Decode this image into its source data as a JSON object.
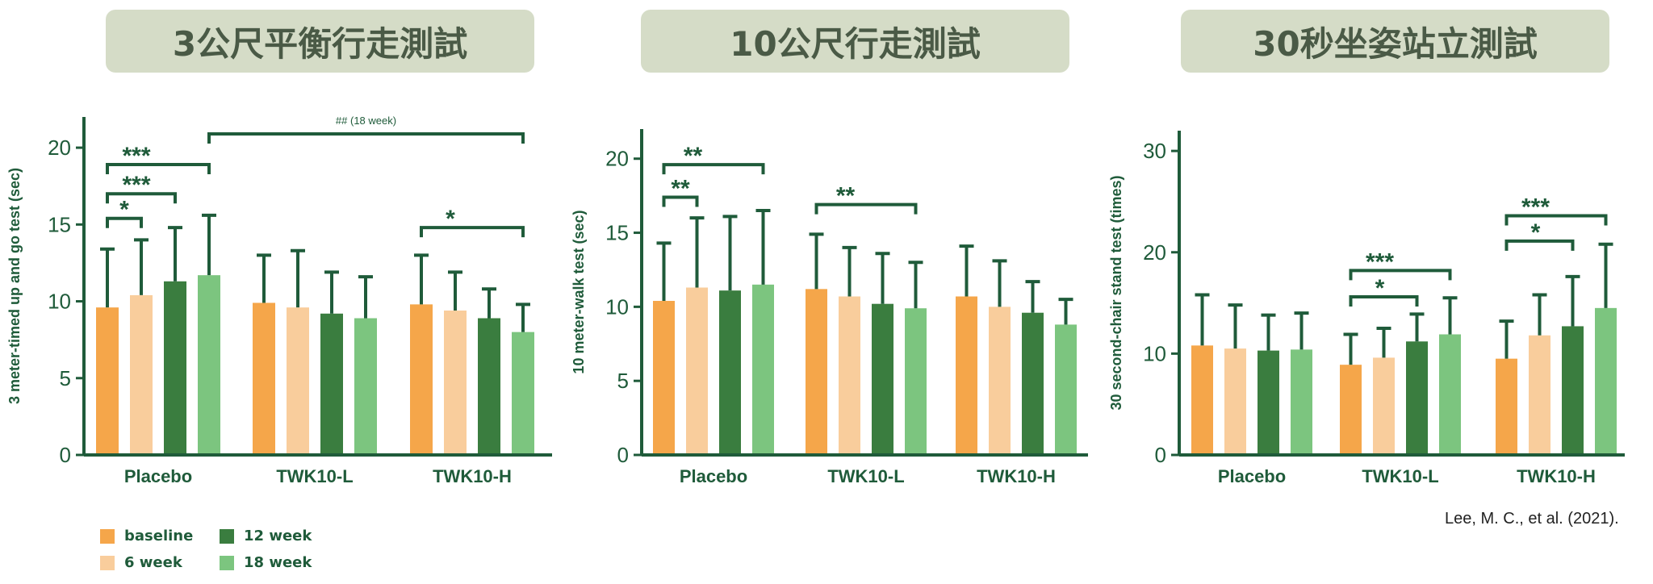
{
  "panels": [
    {
      "title": "3公尺平衡行走測試"
    },
    {
      "title": "10公尺行走測試"
    },
    {
      "title": "30秒坐姿站立測試"
    }
  ],
  "legend": {
    "items": [
      {
        "label": "baseline",
        "color": "#f5a64a"
      },
      {
        "label": "6 week",
        "color": "#f9cd9c"
      },
      {
        "label": "12 week",
        "color": "#3a7d3f"
      },
      {
        "label": "18 week",
        "color": "#7cc57f"
      }
    ]
  },
  "citation": "Lee, M. C., et al. (2021).",
  "chart_data": [
    {
      "type": "bar",
      "ylabel": "3 meter-timed up and go test (sec)",
      "ylim": [
        0,
        22
      ],
      "yticks": [
        0,
        5,
        10,
        15,
        20
      ],
      "categories": [
        "Placebo",
        "TWK10-L",
        "TWK10-H"
      ],
      "series": [
        {
          "name": "baseline",
          "values": [
            9.6,
            9.9,
            9.8
          ],
          "errors": [
            3.8,
            3.1,
            3.2
          ]
        },
        {
          "name": "6 week",
          "values": [
            10.4,
            9.6,
            9.4
          ],
          "errors": [
            3.6,
            3.7,
            2.5
          ]
        },
        {
          "name": "12 week",
          "values": [
            11.3,
            9.2,
            8.9
          ],
          "errors": [
            3.5,
            2.7,
            1.9
          ]
        },
        {
          "name": "18 week",
          "values": [
            11.7,
            8.9,
            8.0
          ],
          "errors": [
            3.9,
            2.7,
            1.8
          ]
        }
      ],
      "annotations": [
        {
          "text": "*",
          "group": 0,
          "from": 0,
          "to": 1,
          "y": 15.4,
          "size": "large"
        },
        {
          "text": "***",
          "group": 0,
          "from": 0,
          "to": 2,
          "y": 17.0,
          "size": "large"
        },
        {
          "text": "***",
          "group": 0,
          "from": 0,
          "to": 3,
          "y": 18.9,
          "size": "large"
        },
        {
          "text": "*",
          "group": 2,
          "from": 0,
          "to": 3,
          "y": 14.8,
          "size": "large"
        },
        {
          "text": "## (18 week)",
          "span": [
            [
              0,
              3
            ],
            [
              2,
              3
            ]
          ],
          "y": 20.9,
          "size": "small"
        }
      ]
    },
    {
      "type": "bar",
      "ylabel": "10 meter-walk test (sec)",
      "ylim": [
        0,
        22
      ],
      "yticks": [
        0,
        5,
        10,
        15,
        20
      ],
      "categories": [
        "Placebo",
        "TWK10-L",
        "TWK10-H"
      ],
      "series": [
        {
          "name": "baseline",
          "values": [
            10.4,
            11.2,
            10.7
          ],
          "errors": [
            3.9,
            3.7,
            3.4
          ]
        },
        {
          "name": "6 week",
          "values": [
            11.3,
            10.7,
            10.0
          ],
          "errors": [
            4.7,
            3.3,
            3.1
          ]
        },
        {
          "name": "12 week",
          "values": [
            11.1,
            10.2,
            9.6
          ],
          "errors": [
            5.0,
            3.4,
            2.1
          ]
        },
        {
          "name": "18 week",
          "values": [
            11.5,
            9.9,
            8.8
          ],
          "errors": [
            5.0,
            3.1,
            1.7
          ]
        }
      ],
      "annotations": [
        {
          "text": "**",
          "group": 0,
          "from": 0,
          "to": 1,
          "y": 17.4,
          "size": "large"
        },
        {
          "text": "**",
          "group": 0,
          "from": 0,
          "to": 3,
          "y": 19.6,
          "size": "large"
        },
        {
          "text": "**",
          "group": 1,
          "from": 0,
          "to": 3,
          "y": 16.9,
          "size": "large"
        }
      ]
    },
    {
      "type": "bar",
      "ylabel": "30 second-chair stand test (times)",
      "ylim": [
        0,
        32
      ],
      "yticks": [
        0,
        10,
        20,
        30
      ],
      "categories": [
        "Placebo",
        "TWK10-L",
        "TWK10-H"
      ],
      "series": [
        {
          "name": "baseline",
          "values": [
            10.8,
            8.9,
            9.5
          ],
          "errors": [
            5.0,
            3.0,
            3.7
          ]
        },
        {
          "name": "6 week",
          "values": [
            10.5,
            9.6,
            11.8
          ],
          "errors": [
            4.3,
            2.9,
            4.0
          ]
        },
        {
          "name": "12 week",
          "values": [
            10.3,
            11.2,
            12.7
          ],
          "errors": [
            3.5,
            2.7,
            4.9
          ]
        },
        {
          "name": "18 week",
          "values": [
            10.4,
            11.9,
            14.5
          ],
          "errors": [
            3.6,
            3.6,
            6.3
          ]
        }
      ],
      "annotations": [
        {
          "text": "*",
          "group": 1,
          "from": 0,
          "to": 2,
          "y": 15.6,
          "size": "large"
        },
        {
          "text": "***",
          "group": 1,
          "from": 0,
          "to": 3,
          "y": 18.2,
          "size": "large"
        },
        {
          "text": "*",
          "group": 2,
          "from": 0,
          "to": 2,
          "y": 21.1,
          "size": "large"
        },
        {
          "text": "***",
          "group": 2,
          "from": 0,
          "to": 3,
          "y": 23.6,
          "size": "large"
        }
      ]
    }
  ]
}
